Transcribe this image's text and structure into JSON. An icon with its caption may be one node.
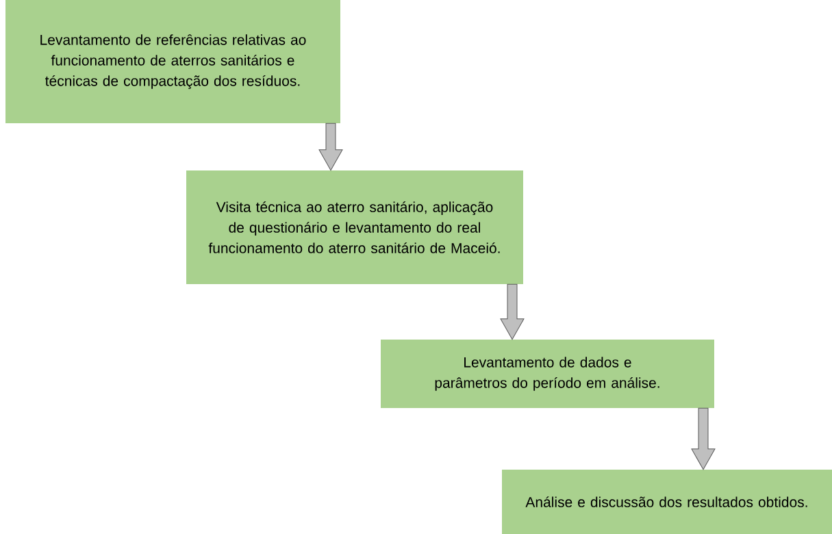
{
  "diagram": {
    "nodes": [
      {
        "text": [
          "Levantamento de referências relativas ao funcionamento de aterros sanitários e técnicas de compactação dos resíduos."
        ]
      },
      {
        "text": [
          "Visita técnica ao aterro sanitário, aplicação de questionário e levantamento do real funcionamento do aterro sanitário de Maceió."
        ]
      },
      {
        "text": [
          "Levantamento de dados e parâmetros do período em análise."
        ]
      },
      {
        "text": [
          "Análise e discussão dos resultados obtidos."
        ]
      }
    ],
    "edges": [
      {
        "from": 0,
        "to": 1,
        "arrow": "to"
      },
      {
        "from": 1,
        "to": 2,
        "arrow": "to"
      },
      {
        "from": 2,
        "to": 3,
        "arrow": "to"
      }
    ]
  }
}
